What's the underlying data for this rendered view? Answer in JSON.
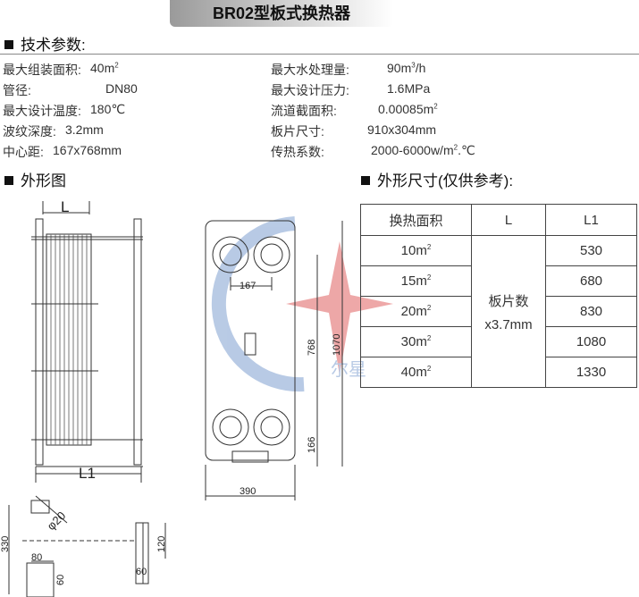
{
  "title": "BR02型板式换热器",
  "sections": {
    "params": "技术参数:",
    "outline": "外形图",
    "dims": "外形尺寸(仅供参考):"
  },
  "params": [
    {
      "label": "最大组装面积:",
      "value": "40m",
      "sup": "2"
    },
    {
      "label": "管径:",
      "value": "DN80",
      "sup": ""
    },
    {
      "label": "最大设计温度:",
      "value": "180℃",
      "sup": ""
    },
    {
      "label": "波纹深度:",
      "value": "3.2mm",
      "sup": ""
    },
    {
      "label": "中心距:",
      "value": "167x768mm",
      "sup": ""
    },
    {
      "label": "最大水处理量:",
      "value": "90m",
      "sup": "3",
      "suffix": "/h"
    },
    {
      "label": "最大设计压力:",
      "value": "1.6MPa",
      "sup": ""
    },
    {
      "label": "流道截面积:",
      "value": "0.00085m",
      "sup": "2"
    },
    {
      "label": "板片尺寸:",
      "value": "910x304mm",
      "sup": ""
    },
    {
      "label": "传热系数:",
      "value": "2000-6000w/m",
      "sup": "2",
      "suffix": ".℃"
    }
  ],
  "table": {
    "headers": [
      "换热面积",
      "L",
      "L1"
    ],
    "L_value_line1": "板片数",
    "L_value_line2": "x3.7mm",
    "rows": [
      {
        "area": "10m",
        "sup": "2",
        "L1": "530"
      },
      {
        "area": "15m",
        "sup": "2",
        "L1": "680"
      },
      {
        "area": "20m",
        "sup": "2",
        "L1": "830"
      },
      {
        "area": "30m",
        "sup": "2",
        "L1": "1080"
      },
      {
        "area": "40m",
        "sup": "2",
        "L1": "1330"
      }
    ]
  },
  "drawing": {
    "side": {
      "L": "L",
      "L1": "L1"
    },
    "front": {
      "d167": "167",
      "d768": "768",
      "d1070": "1070",
      "d166": "166",
      "d390": "390"
    },
    "detail": {
      "d330": "330",
      "phi20": "φ20",
      "d80": "80",
      "d60a": "60",
      "d120": "120",
      "d60b": "60"
    },
    "watermark": "尔星"
  },
  "colors": {
    "watermark_red": "#e06060",
    "watermark_blue": "#7fa0d0"
  }
}
